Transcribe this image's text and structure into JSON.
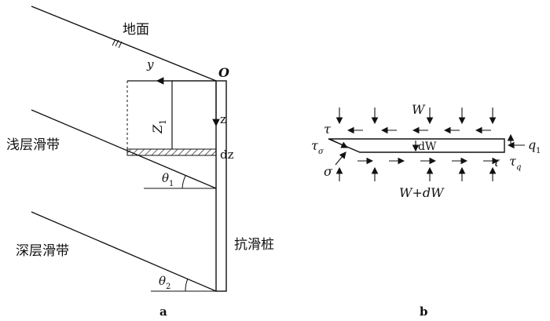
{
  "panel_a": {
    "ground_label": "地面",
    "origin_label": "O",
    "y_label": "y",
    "z_label": "z",
    "z1_label": "Z",
    "z1_sub": "1",
    "dz_label": "dz",
    "shallow_band_label": "浅层滑带",
    "deep_band_label": "深层滑带",
    "theta1_label": "θ",
    "theta1_sub": "1",
    "theta2_label": "θ",
    "theta2_sub": "2",
    "pile_label": "抗滑桩",
    "caption": "a"
  },
  "panel_b": {
    "w_top": "W",
    "dw_label": "dW",
    "w_bottom": "W+dW",
    "tau_top": "τ",
    "tau_bottom": "τ",
    "tau_sigma": "τ",
    "tau_sigma_sub": "σ",
    "sigma_label": "σ",
    "tau_q": "τ",
    "tau_q_sub": "q",
    "q1_label": "q",
    "q1_sub": "1",
    "caption": "b"
  }
}
